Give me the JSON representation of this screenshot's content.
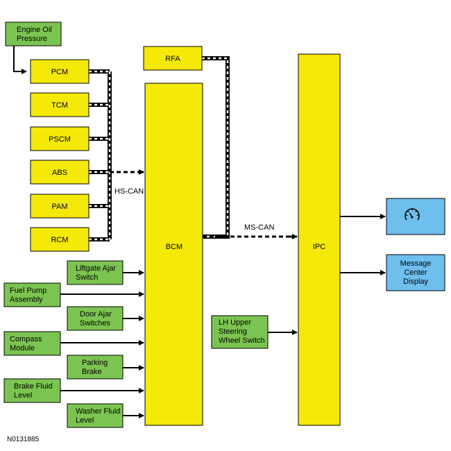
{
  "modules": {
    "pcm": "PCM",
    "tcm": "TCM",
    "pscm": "PSCM",
    "abs": "ABS",
    "pam": "PAM",
    "rcm": "RCM",
    "rfa": "RFA",
    "bcm": "BCM",
    "ipc": "IPC"
  },
  "inputs": {
    "engine_oil_pressure": [
      "Engine Oil",
      "Pressure"
    ],
    "liftgate_ajar_switch": [
      "Liftgate Ajar",
      "Switch"
    ],
    "fuel_pump_assembly": [
      "Fuel Pump",
      "Assembly"
    ],
    "door_ajar_switches": [
      "Door Ajar",
      "Switches"
    ],
    "compass_module": [
      "Compass",
      "Module"
    ],
    "parking_brake": [
      "Parking",
      "Brake"
    ],
    "brake_fluid_level": [
      "Brake Fluid",
      "Level"
    ],
    "washer_fluid_level": [
      "Washer Fluid",
      "Level"
    ],
    "lh_upper_steering_wheel_switch": [
      "LH Upper",
      "Steering",
      "Wheel Switch"
    ]
  },
  "outputs": {
    "gauge_icon": "speedometer-icon",
    "message_center_display": [
      "Message",
      "Center",
      "Display"
    ]
  },
  "networks": {
    "hs_can": "HS-CAN",
    "ms_can": "MS-CAN"
  },
  "figure_id": "N0131885",
  "colors": {
    "module": "#f5e90a",
    "input": "#7cc451",
    "output": "#6ebfee",
    "line": "#000000"
  }
}
